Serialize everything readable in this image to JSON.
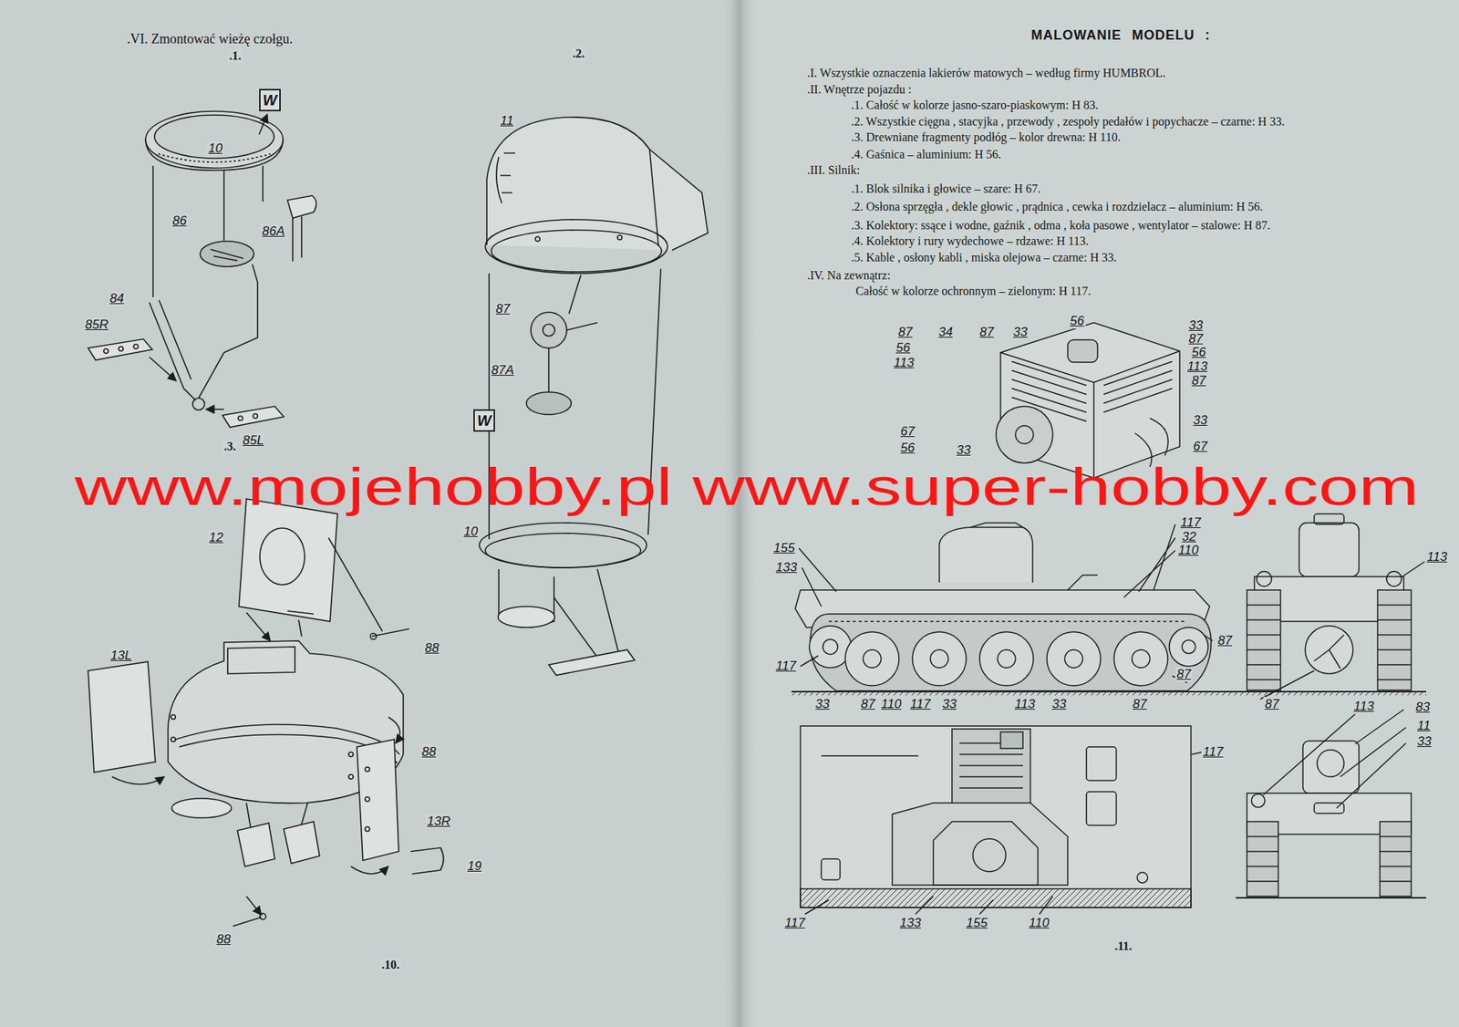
{
  "diagram": {
    "title": "MALOWANIE MODELU :",
    "nodes": [
      {
        "text": [
          "W"
        ]
      },
      {
        "text": [
          "W"
        ]
      }
    ],
    "labels": [
      ".VI. Zmontować wieżę czołgu.",
      ".1.",
      ".2.",
      ".3.",
      "10",
      "86A",
      "86",
      "84",
      "85R",
      "85L",
      "11",
      "87",
      "87A",
      "10",
      "12",
      "88",
      "13L",
      "88",
      "13R",
      "19",
      "88",
      ".10.",
      ".I. Wszystkie oznaczenia lakierów matowych – według firmy HUMBROL.",
      ".II. Wnętrze pojazdu :",
      ".1. Całość w kolorze jasno-szaro-piaskowym: H 83.",
      ".2. Wszystkie cięgna , stacyjka , przewody , zespoły pedałów i popychacze – czarne: H 33.",
      ".3. Drewniane fragmenty podłóg – kolor drewna: H 110.",
      ".4. Gaśnica – aluminium: H 56.",
      ".III. Silnik:",
      ".1. Blok silnika i głowice – szare: H 67.",
      ".2. Osłona sprzęgła , dekle głowic , prądnica , cewka i rozdzielacz – aluminium: H 56.",
      ".3. Kolektory: ssące i wodne, gaźnik , odma , koła pasowe , wentylator – stalowe: H 87.",
      ".4. Kolektory i rury wydechowe – rdzawe: H 113.",
      ".5. Kable , osłony kabli , miska olejowa – czarne: H 33.",
      ".IV. Na zewnątrz:",
      "Całość w kolorze ochronnym – zielonym: H 117.",
      "87",
      "34",
      "87",
      "33",
      "56",
      "33",
      "87",
      "56",
      "113",
      "87",
      "33",
      "56",
      "113",
      "67",
      "56",
      "33",
      "67",
      "155",
      "133",
      "117",
      "117",
      "32",
      "110",
      "113",
      "87",
      "87",
      "87",
      "33",
      "87",
      "110",
      "117",
      "33",
      "113",
      "33",
      "87",
      "117",
      "117",
      "133",
      "155",
      "110",
      "113",
      "83",
      "11",
      "33",
      ".11.",
      "www.mojehobby.pl www.super-hobby.com"
    ]
  }
}
